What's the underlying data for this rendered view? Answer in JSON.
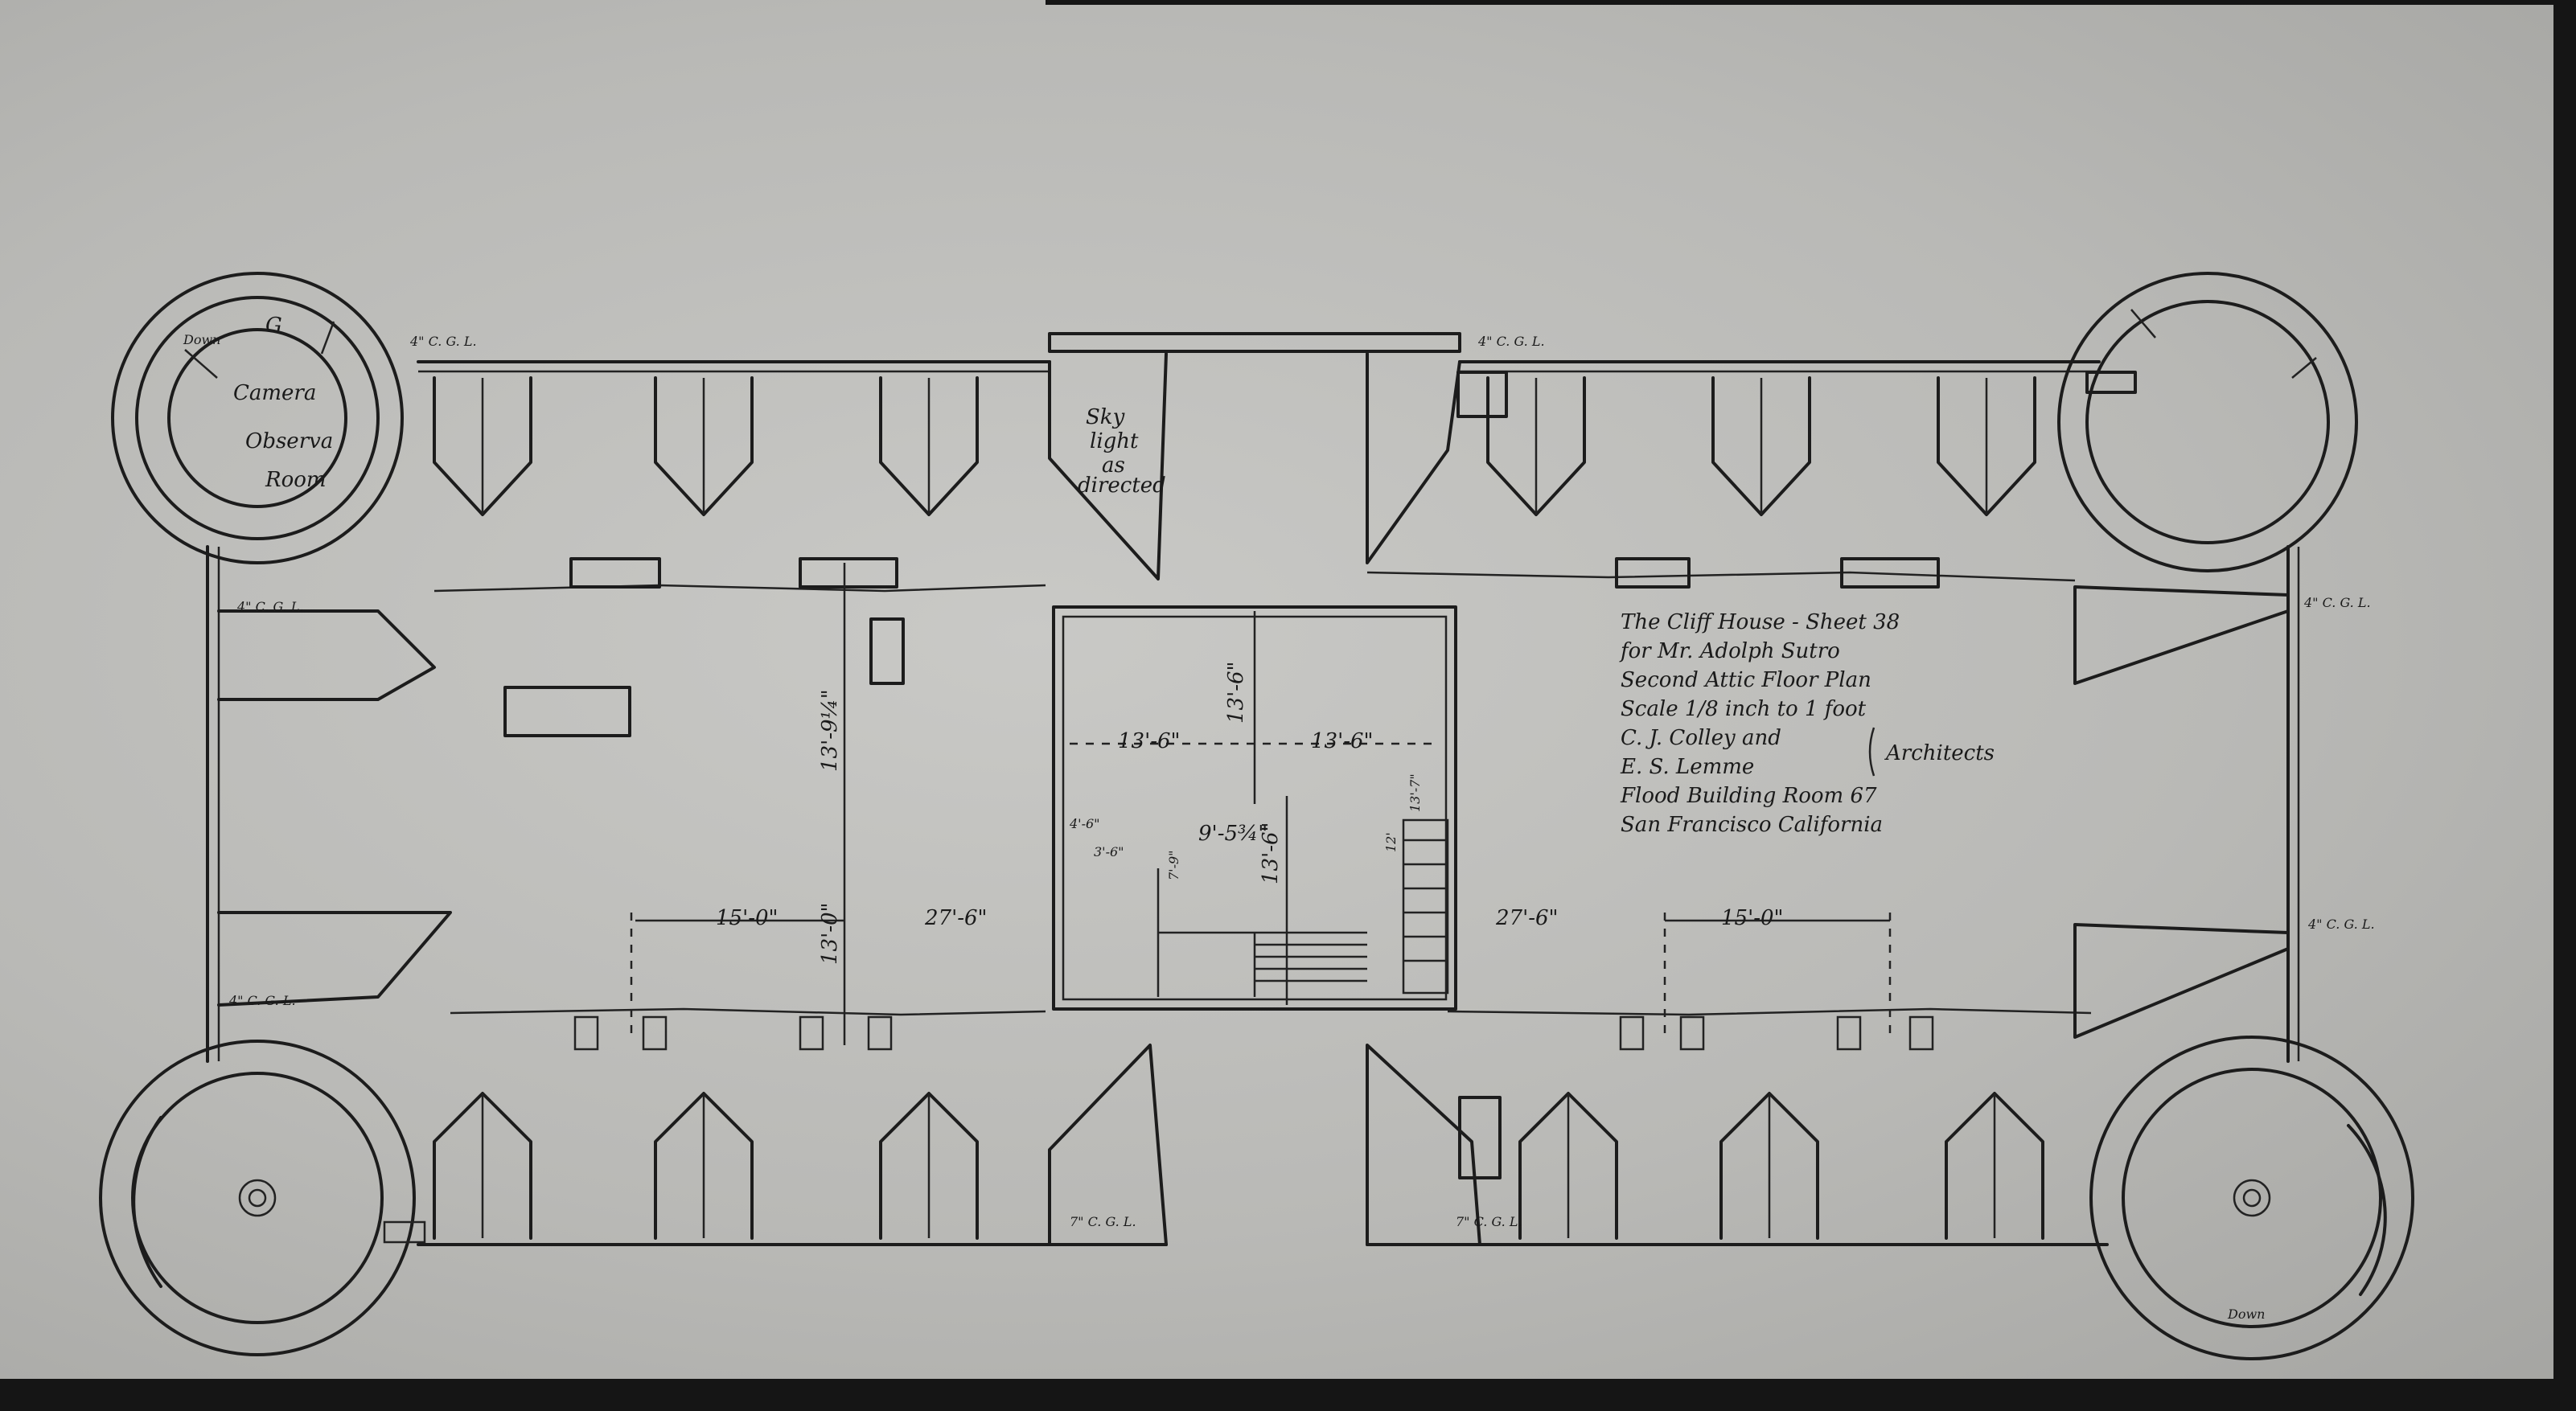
{
  "title_block": {
    "lines": [
      "The Cliff House - Sheet 38",
      "for Mr. Adolph Sutro",
      "Second Attic Floor Plan",
      "Scale 1/8 inch to 1 foot",
      "C. J. Colley and",
      "E. S. Lemme",
      "Flood Building Room 67",
      "San Francisco California"
    ],
    "architects_label": "Architects"
  },
  "room_labels": {
    "camera_1": "Camera",
    "camera_2": "Observa",
    "camera_3": "Room",
    "skylight_1": "Sky",
    "skylight_2": "light",
    "skylight_3": "as",
    "skylight_4": "directed",
    "down_top": "Down",
    "down_bottom": "Down",
    "g_mark": "G"
  },
  "dimensions": {
    "d_13_6_left": "13'-6\"",
    "d_13_6_right": "13'-6\"",
    "d_13_6_vert": "13'-6\"",
    "d_13_9_vert": "13'-9¼\"",
    "d_13_0_vert": "13'-0\"",
    "d_13_6_small": "13'-6\"",
    "d_15_0_left": "15'-0\"",
    "d_15_0_right": "15'-0\"",
    "d_27_6_left": "27'-6\"",
    "d_27_6_right": "27'-6\"",
    "d_9_5": "9'-5¾\"",
    "d_13_7": "13'-7\"",
    "d_12": "12'",
    "d_7_9": "7'-9\"",
    "d_4_6": "4'-6\"",
    "d_3_6": "3'-6\""
  },
  "gutter_labels": {
    "g1": "4\" C. G. L.",
    "g2": "4\" C. G. L.",
    "g3": "4\" C. G. L.",
    "g4": "4\" C. G. L.",
    "g5": "4\" C. G. L.",
    "g6": "4\" C. G. L.",
    "g7": "7\" C. G. L.",
    "g8": "7\" C. G. L."
  }
}
